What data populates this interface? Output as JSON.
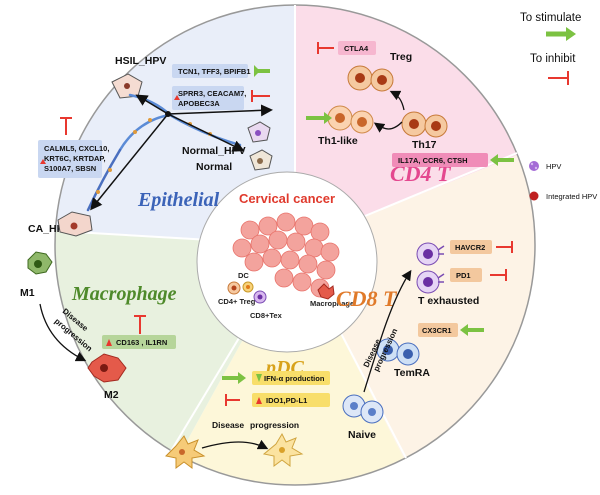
{
  "center": {
    "title": "Cervical cancer",
    "cells": [
      "DC",
      "CD4+ Treg",
      "Macrophage",
      "CD8+Tex"
    ]
  },
  "legend": {
    "stimulate": "To stimulate",
    "inhibit": "To inhibit",
    "hpv": "HPV",
    "integrated_hpv": "Integrated HPV"
  },
  "colors": {
    "stimulate_arrow": "#7cc242",
    "inhibit_bar": "#e8382f",
    "epithelial_bg": "#e9eef9",
    "cd4_bg": "#fbdde9",
    "cd8_bg": "#fdf3e6",
    "pdc_bg": "#fdf7d9",
    "macrophage_bg": "#e8f1df"
  },
  "epithelial": {
    "title": "Epithelial",
    "hsil": "HSIL_HPV",
    "normal_hpv": "Normal_HPV",
    "normal": "Normal",
    "ca": "CA_HPV",
    "genes_stim": "TCN1, TFF3, BPIFB1",
    "genes_inh": [
      "SPRR3, CEACAM7,",
      "APOBEC3A"
    ],
    "genes_ca": [
      "CALML5, CXCL10,",
      "KRT6C, KRTDAP,",
      "S100A7, SBSN"
    ]
  },
  "cd4": {
    "title": "CD4 T",
    "treg": "Treg",
    "th17": "Th17",
    "th1": "Th1-like",
    "ctla4": "CTLA4",
    "genes": "IL17A, CCR6, CTSH"
  },
  "cd8": {
    "title": "CD8 T",
    "exhausted": "T exhausted",
    "temra": "TemRA",
    "naive": "Naive",
    "havcr2": "HAVCR2",
    "pd1": "PD1",
    "cx3cr1": "CX3CR1",
    "progression": [
      "Disease",
      "progression"
    ]
  },
  "pdc": {
    "title": "pDC",
    "ifn": "IFN-α production",
    "ido": "IDO1,PD-L1",
    "progression": [
      "Disease",
      "progression"
    ]
  },
  "macrophage": {
    "title": "Macrophage",
    "m1": "M1",
    "m2": "M2",
    "genes": "CD163 , IL1RN",
    "progression": [
      "Disease",
      "progression"
    ]
  }
}
